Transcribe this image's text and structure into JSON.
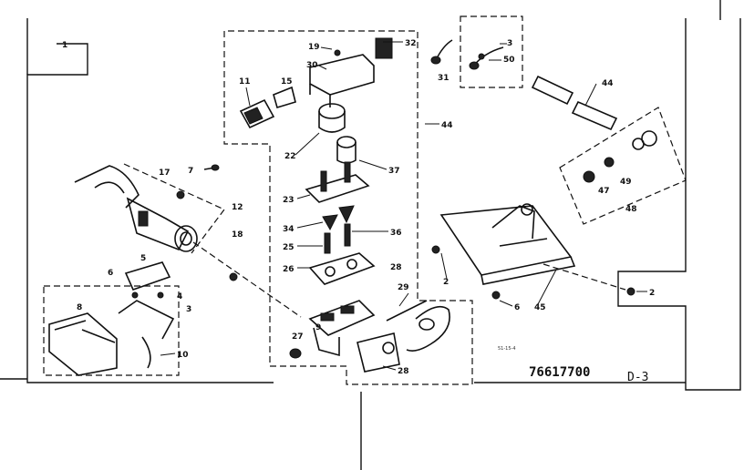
{
  "diagram": {
    "drawing_number": "76617700",
    "page_ref": "D-3",
    "small_mark": "51-15-4",
    "callouts": [
      "1",
      "19",
      "32",
      "11",
      "15",
      "30",
      "31",
      "3",
      "50",
      "44",
      "22",
      "37",
      "44",
      "17",
      "7",
      "12",
      "23",
      "18",
      "34",
      "36",
      "25",
      "47",
      "49",
      "48",
      "6",
      "5",
      "28",
      "26",
      "2",
      "6",
      "4",
      "3",
      "45",
      "2",
      "8",
      "29",
      "9",
      "27",
      "10",
      "28"
    ]
  }
}
